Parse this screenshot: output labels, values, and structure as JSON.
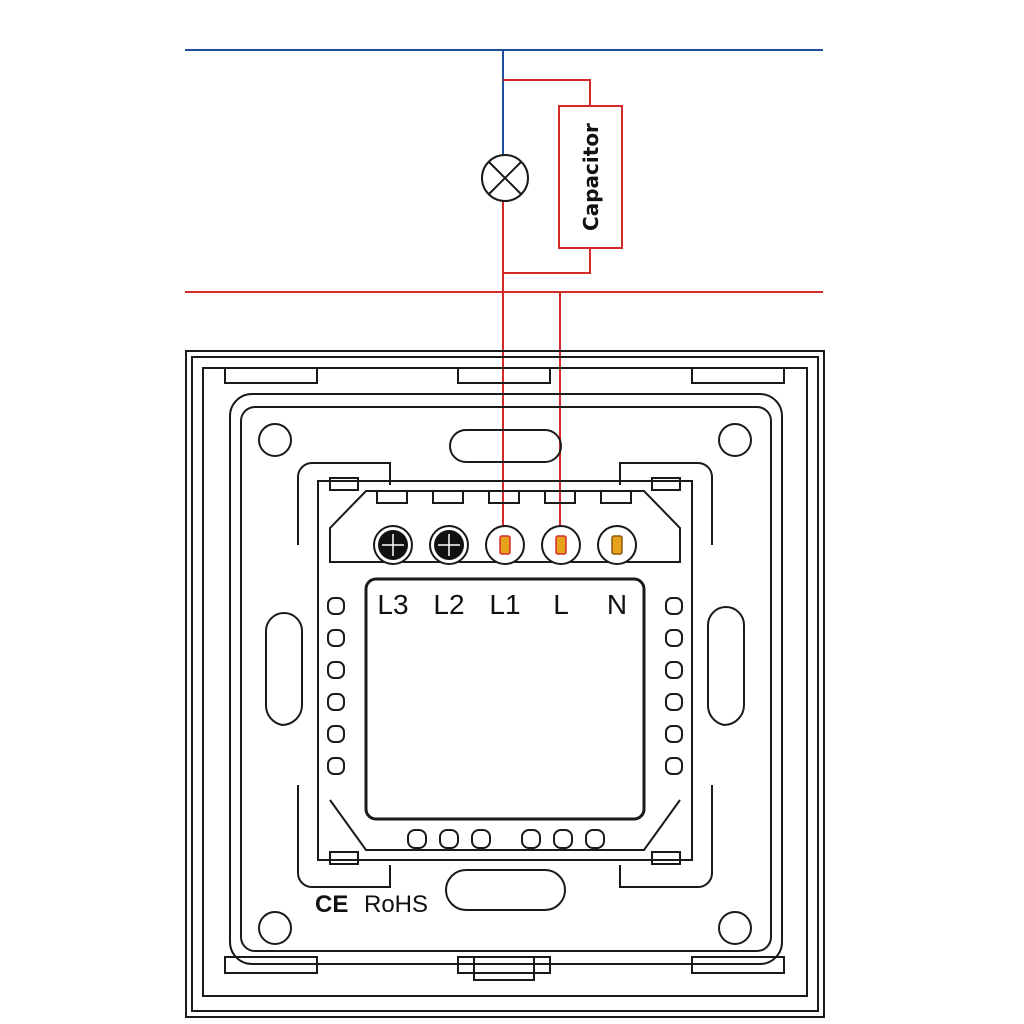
{
  "diagram": {
    "capacitor_label": "Capacitor",
    "terminals": [
      {
        "id": "L3",
        "label": "L3",
        "state": "empty"
      },
      {
        "id": "L2",
        "label": "L2",
        "state": "empty"
      },
      {
        "id": "L1",
        "label": "L1",
        "state": "wired"
      },
      {
        "id": "L",
        "label": "L",
        "state": "wired"
      },
      {
        "id": "N",
        "label": "N",
        "state": "unused"
      }
    ],
    "certifications": {
      "ce": "CE",
      "rohs": "RoHS"
    },
    "colors": {
      "neutral_wire": "#1f4e9a",
      "live_wire": "#d42a2a",
      "outline": "#1a1a1a",
      "terminal_connector": "#e6a21a"
    },
    "icons": [
      "lamp-icon",
      "capacitor-icon",
      "terminal-screw-icon"
    ]
  }
}
